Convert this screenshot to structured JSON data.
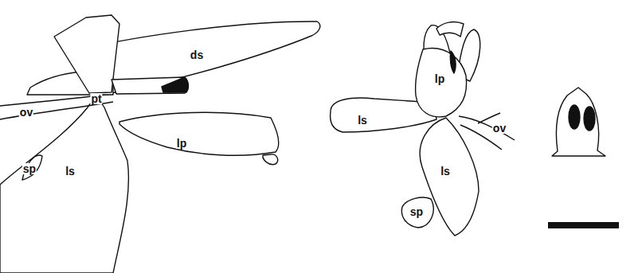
{
  "diagram": {
    "labels": [
      "ds",
      "pt",
      "ov",
      "lp",
      "sp",
      "ls",
      "lp",
      "ls",
      "ov",
      "ls",
      "sp"
    ]
  }
}
